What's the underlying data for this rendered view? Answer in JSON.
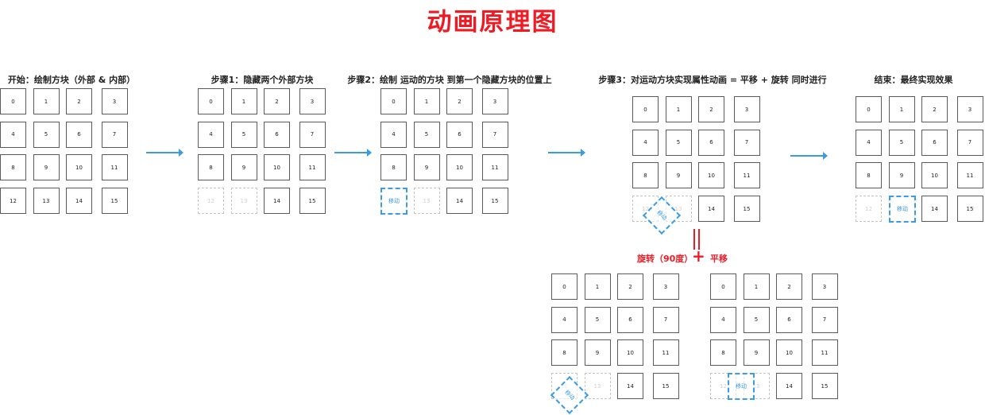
{
  "title": "动画原理图",
  "steps": [
    {
      "caption": "开始：绘制方块（外部 & 内部）"
    },
    {
      "caption": "步骤1：隐藏两个外部方块"
    },
    {
      "caption": "步骤2：绘制 运动的方块 到第一个隐藏方块的位置上"
    },
    {
      "caption": "步骤3：对运动方块实现属性动画 = 平移 + 旋转 同时进行"
    },
    {
      "caption": "结束：最终实现效果"
    }
  ],
  "cells": [
    "0",
    "1",
    "2",
    "3",
    "4",
    "5",
    "6",
    "7",
    "8",
    "9",
    "10",
    "11",
    "12",
    "13",
    "14",
    "15"
  ],
  "mover_label": "移动",
  "formula": {
    "rotate_label": "旋转（90度）",
    "translate_label": "平移"
  },
  "colors": {
    "title_red": "#ee1b24",
    "arrow_blue": "#3a9be8",
    "cell_border": "#5a5a5a",
    "hidden_border": "#c4c4c4"
  }
}
